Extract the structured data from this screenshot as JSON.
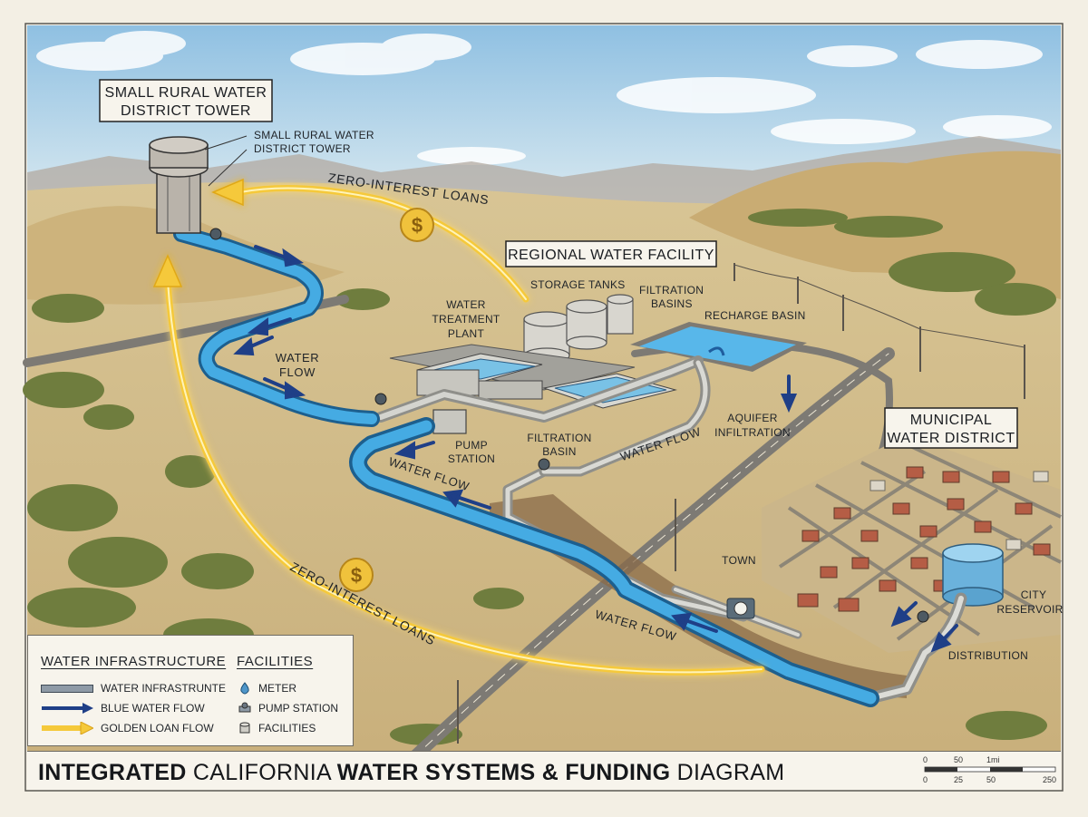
{
  "title": {
    "part1": "INTEGRATED",
    "part2": " CALIFORNIA ",
    "part3": "WATER SYSTEMS & FUNDING",
    "part4": " DIAGRAM"
  },
  "labels": {
    "tower_box_line1": "SMALL RURAL WATER",
    "tower_box_line2": "DISTRICT TOWER",
    "tower_callout_line1": "SMALL RURAL WATER",
    "tower_callout_line2": "DISTRICT TOWER",
    "regional_facility": "REGIONAL WATER FACILITY",
    "storage_tanks": "STORAGE TANKS",
    "filtration_basins_line1": "FILTRATION",
    "filtration_basins_line2": "BASINS",
    "recharge_basin": "RECHARGE BASIN",
    "treatment_line1": "WATER",
    "treatment_line2": "TREATMENT",
    "treatment_line3": "PLANT",
    "pump_station_line1": "PUMP",
    "pump_station_line2": "STATION",
    "filtration_basin_line1": "FILTRATION",
    "filtration_basin_line2": "BASIN",
    "aquifer_line1": "AQUIFER",
    "aquifer_line2": "INFILTRATION",
    "municipal_line1": "MUNICIPAL",
    "municipal_line2": "WATER DISTRICT",
    "town": "TOWN",
    "city_reservoir_line1": "CITY",
    "city_reservoir_line2": "RESERVOIR",
    "distribution": "DISTRIBUTION",
    "water_flow_upper_line1": "WATER",
    "water_flow_upper_line2": "FLOW",
    "water_flow_1": "WATER FLOW",
    "water_flow_2": "WATER FLOW",
    "water_flow_3": "WATER FLOW",
    "zero_interest_top": "ZERO-INTEREST LOANS",
    "zero_interest_bottom": "ZERO-INTEREST LOANS",
    "dollar": "$"
  },
  "legend": {
    "infra_heading": "WATER INFRASTRUCTURE",
    "facilities_heading": "FACILITIES",
    "infra_items": [
      "WATER INFRASTRUNTE",
      "BLUE WATER FLOW",
      "GOLDEN LOAN FLOW"
    ],
    "facility_items": [
      "METER",
      "PUMP STATION",
      "FACILITIES"
    ]
  },
  "scale_bar": {
    "top_ticks": [
      "0",
      "50",
      "1mi"
    ],
    "bottom_ticks": [
      "0",
      "25",
      "50",
      "250"
    ]
  },
  "colors": {
    "water_pipe": "#3fa6e0",
    "pipe_outline": "#1d5f8e",
    "flow_arrow": "#1f3f87",
    "loan_flow": "#f2c230",
    "terrain": "#d6c08e",
    "sky": "#a9cde6"
  }
}
